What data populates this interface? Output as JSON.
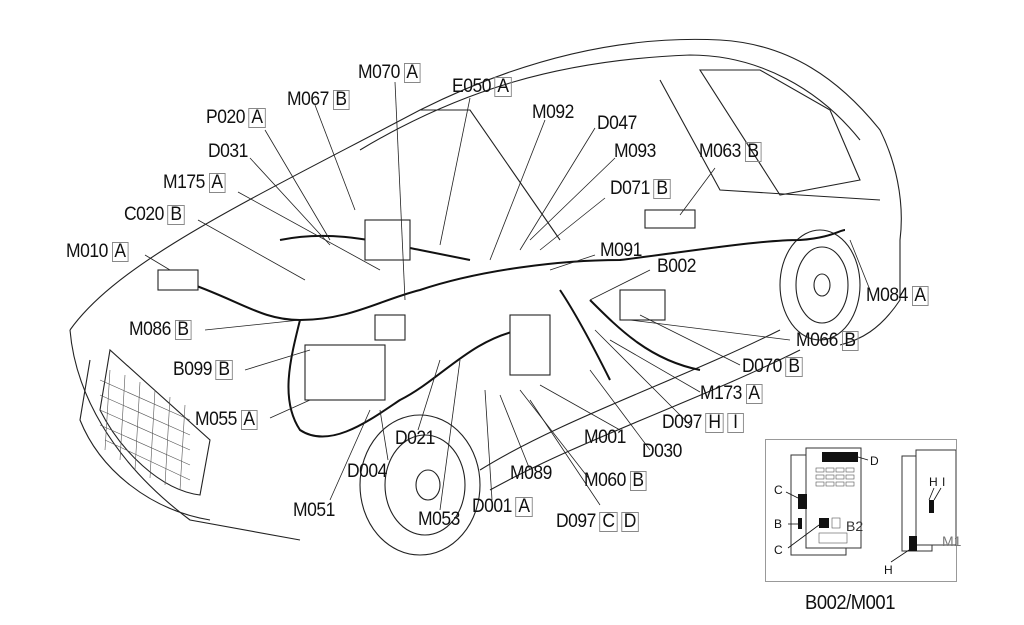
{
  "diagram": {
    "subject": "Vehicle wiring harness and component locations",
    "components": [
      {
        "id": "m070",
        "code": "M070",
        "tags": [
          "A"
        ]
      },
      {
        "id": "e050",
        "code": "E050",
        "tags": [
          "A"
        ]
      },
      {
        "id": "m067",
        "code": "M067",
        "tags": [
          "B"
        ]
      },
      {
        "id": "m092",
        "code": "M092",
        "tags": []
      },
      {
        "id": "p020",
        "code": "P020",
        "tags": [
          "A"
        ]
      },
      {
        "id": "d047",
        "code": "D047",
        "tags": []
      },
      {
        "id": "d031",
        "code": "D031",
        "tags": []
      },
      {
        "id": "m093",
        "code": "M093",
        "tags": []
      },
      {
        "id": "m063",
        "code": "M063",
        "tags": [
          "B"
        ]
      },
      {
        "id": "m175",
        "code": "M175",
        "tags": [
          "A"
        ]
      },
      {
        "id": "d071",
        "code": "D071",
        "tags": [
          "B"
        ]
      },
      {
        "id": "c020",
        "code": "C020",
        "tags": [
          "B"
        ]
      },
      {
        "id": "m010",
        "code": "M010",
        "tags": [
          "A"
        ]
      },
      {
        "id": "m091",
        "code": "M091",
        "tags": []
      },
      {
        "id": "b002",
        "code": "B002",
        "tags": []
      },
      {
        "id": "m084",
        "code": "M084",
        "tags": [
          "A"
        ]
      },
      {
        "id": "m086",
        "code": "M086",
        "tags": [
          "B"
        ]
      },
      {
        "id": "m066",
        "code": "M066",
        "tags": [
          "B"
        ]
      },
      {
        "id": "b099",
        "code": "B099",
        "tags": [
          "B"
        ]
      },
      {
        "id": "d070",
        "code": "D070",
        "tags": [
          "B"
        ]
      },
      {
        "id": "m173",
        "code": "M173",
        "tags": [
          "A"
        ]
      },
      {
        "id": "m055",
        "code": "M055",
        "tags": [
          "A"
        ]
      },
      {
        "id": "d097hi",
        "code": "D097",
        "tags": [
          "H",
          "I"
        ]
      },
      {
        "id": "d021",
        "code": "D021",
        "tags": []
      },
      {
        "id": "m001",
        "code": "M001",
        "tags": []
      },
      {
        "id": "d030",
        "code": "D030",
        "tags": []
      },
      {
        "id": "d004",
        "code": "D004",
        "tags": []
      },
      {
        "id": "m089",
        "code": "M089",
        "tags": []
      },
      {
        "id": "m060",
        "code": "M060",
        "tags": [
          "B"
        ]
      },
      {
        "id": "m051",
        "code": "M051",
        "tags": []
      },
      {
        "id": "m053",
        "code": "M053",
        "tags": []
      },
      {
        "id": "d001",
        "code": "D001",
        "tags": [
          "A"
        ]
      },
      {
        "id": "d097cd",
        "code": "D097",
        "tags": [
          "C",
          "D"
        ]
      }
    ],
    "inset": {
      "title": "B002/M001",
      "left_panel_label": "B2",
      "right_panel_label": "M1",
      "callouts": [
        "D",
        "C",
        "B",
        "C",
        "H",
        "I",
        "H"
      ]
    }
  }
}
